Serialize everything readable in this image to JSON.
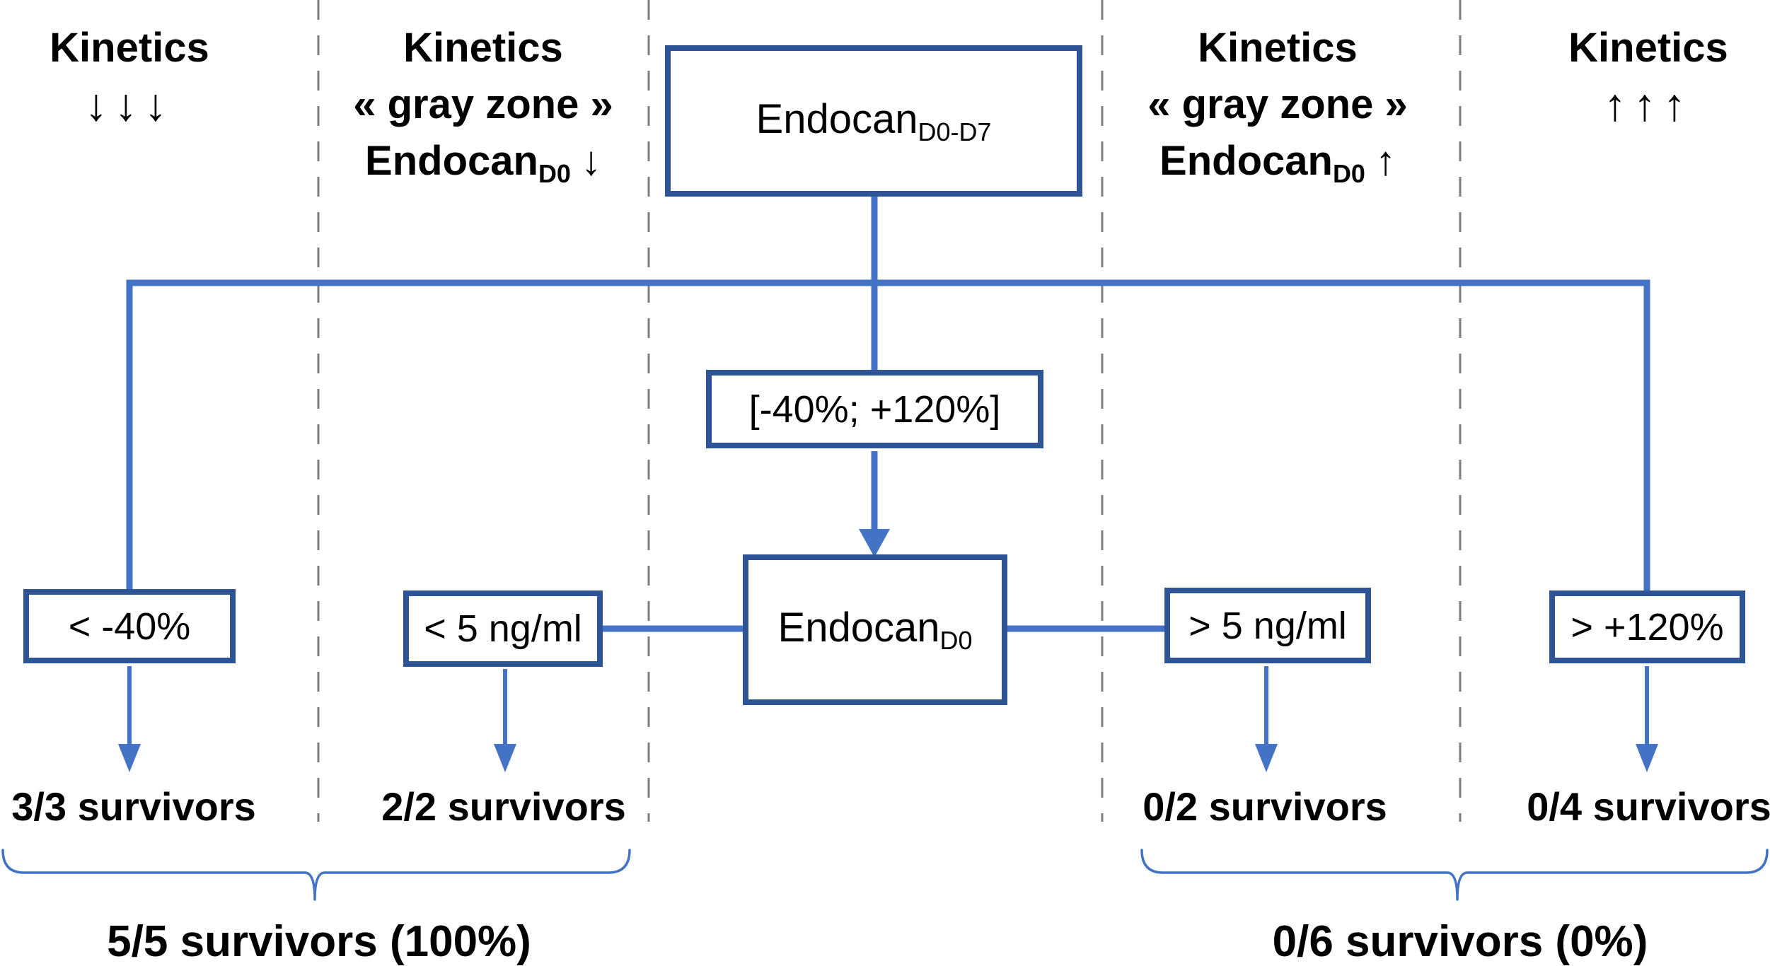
{
  "figure": {
    "type": "flowchart",
    "description": "Endocan kinetics decision tree with survivor outcomes"
  },
  "headers": {
    "col1": {
      "line1": "Kinetics",
      "line2": "↓↓↓"
    },
    "col2": {
      "line1": "Kinetics",
      "line2": "« gray zone »",
      "line3_main": "Endocan",
      "line3_sub": "D0",
      "line3_arrow": "↓"
    },
    "col3": {
      "line1": "Kinetics",
      "line2": "« gray zone »",
      "line3_main": "Endocan",
      "line3_sub": "D0",
      "line3_arrow": "↑"
    },
    "col4": {
      "line1": "Kinetics",
      "line2": "↑↑↑"
    }
  },
  "boxes": {
    "endocan_d0d7": {
      "main": "Endocan",
      "sub": "D0-D7"
    },
    "range": {
      "label": "[-40%; +120%]"
    },
    "endocan_d0": {
      "main": "Endocan",
      "sub": "D0"
    },
    "lt_minus40": {
      "label": "< -40%"
    },
    "lt_5ngml": {
      "label": "< 5 ng/ml"
    },
    "gt_5ngml": {
      "label": "> 5 ng/ml"
    },
    "gt_plus120": {
      "label": "> +120%"
    }
  },
  "outcomes": {
    "kinetics_down": "3/3 survivors",
    "grayzone_low": "2/2 survivors",
    "grayzone_high": "0/2 survivors",
    "kinetics_up": "0/4 survivors"
  },
  "totals": {
    "left": "5/5 survivors (100%)",
    "right": "0/6 survivors (0%)"
  },
  "colors": {
    "box_border": "#2F5496",
    "connector": "#4472C4",
    "brace": "#4472C4",
    "dashed_divider": "#7F7F7F",
    "text": "#000000",
    "background": "#FFFFFF"
  }
}
